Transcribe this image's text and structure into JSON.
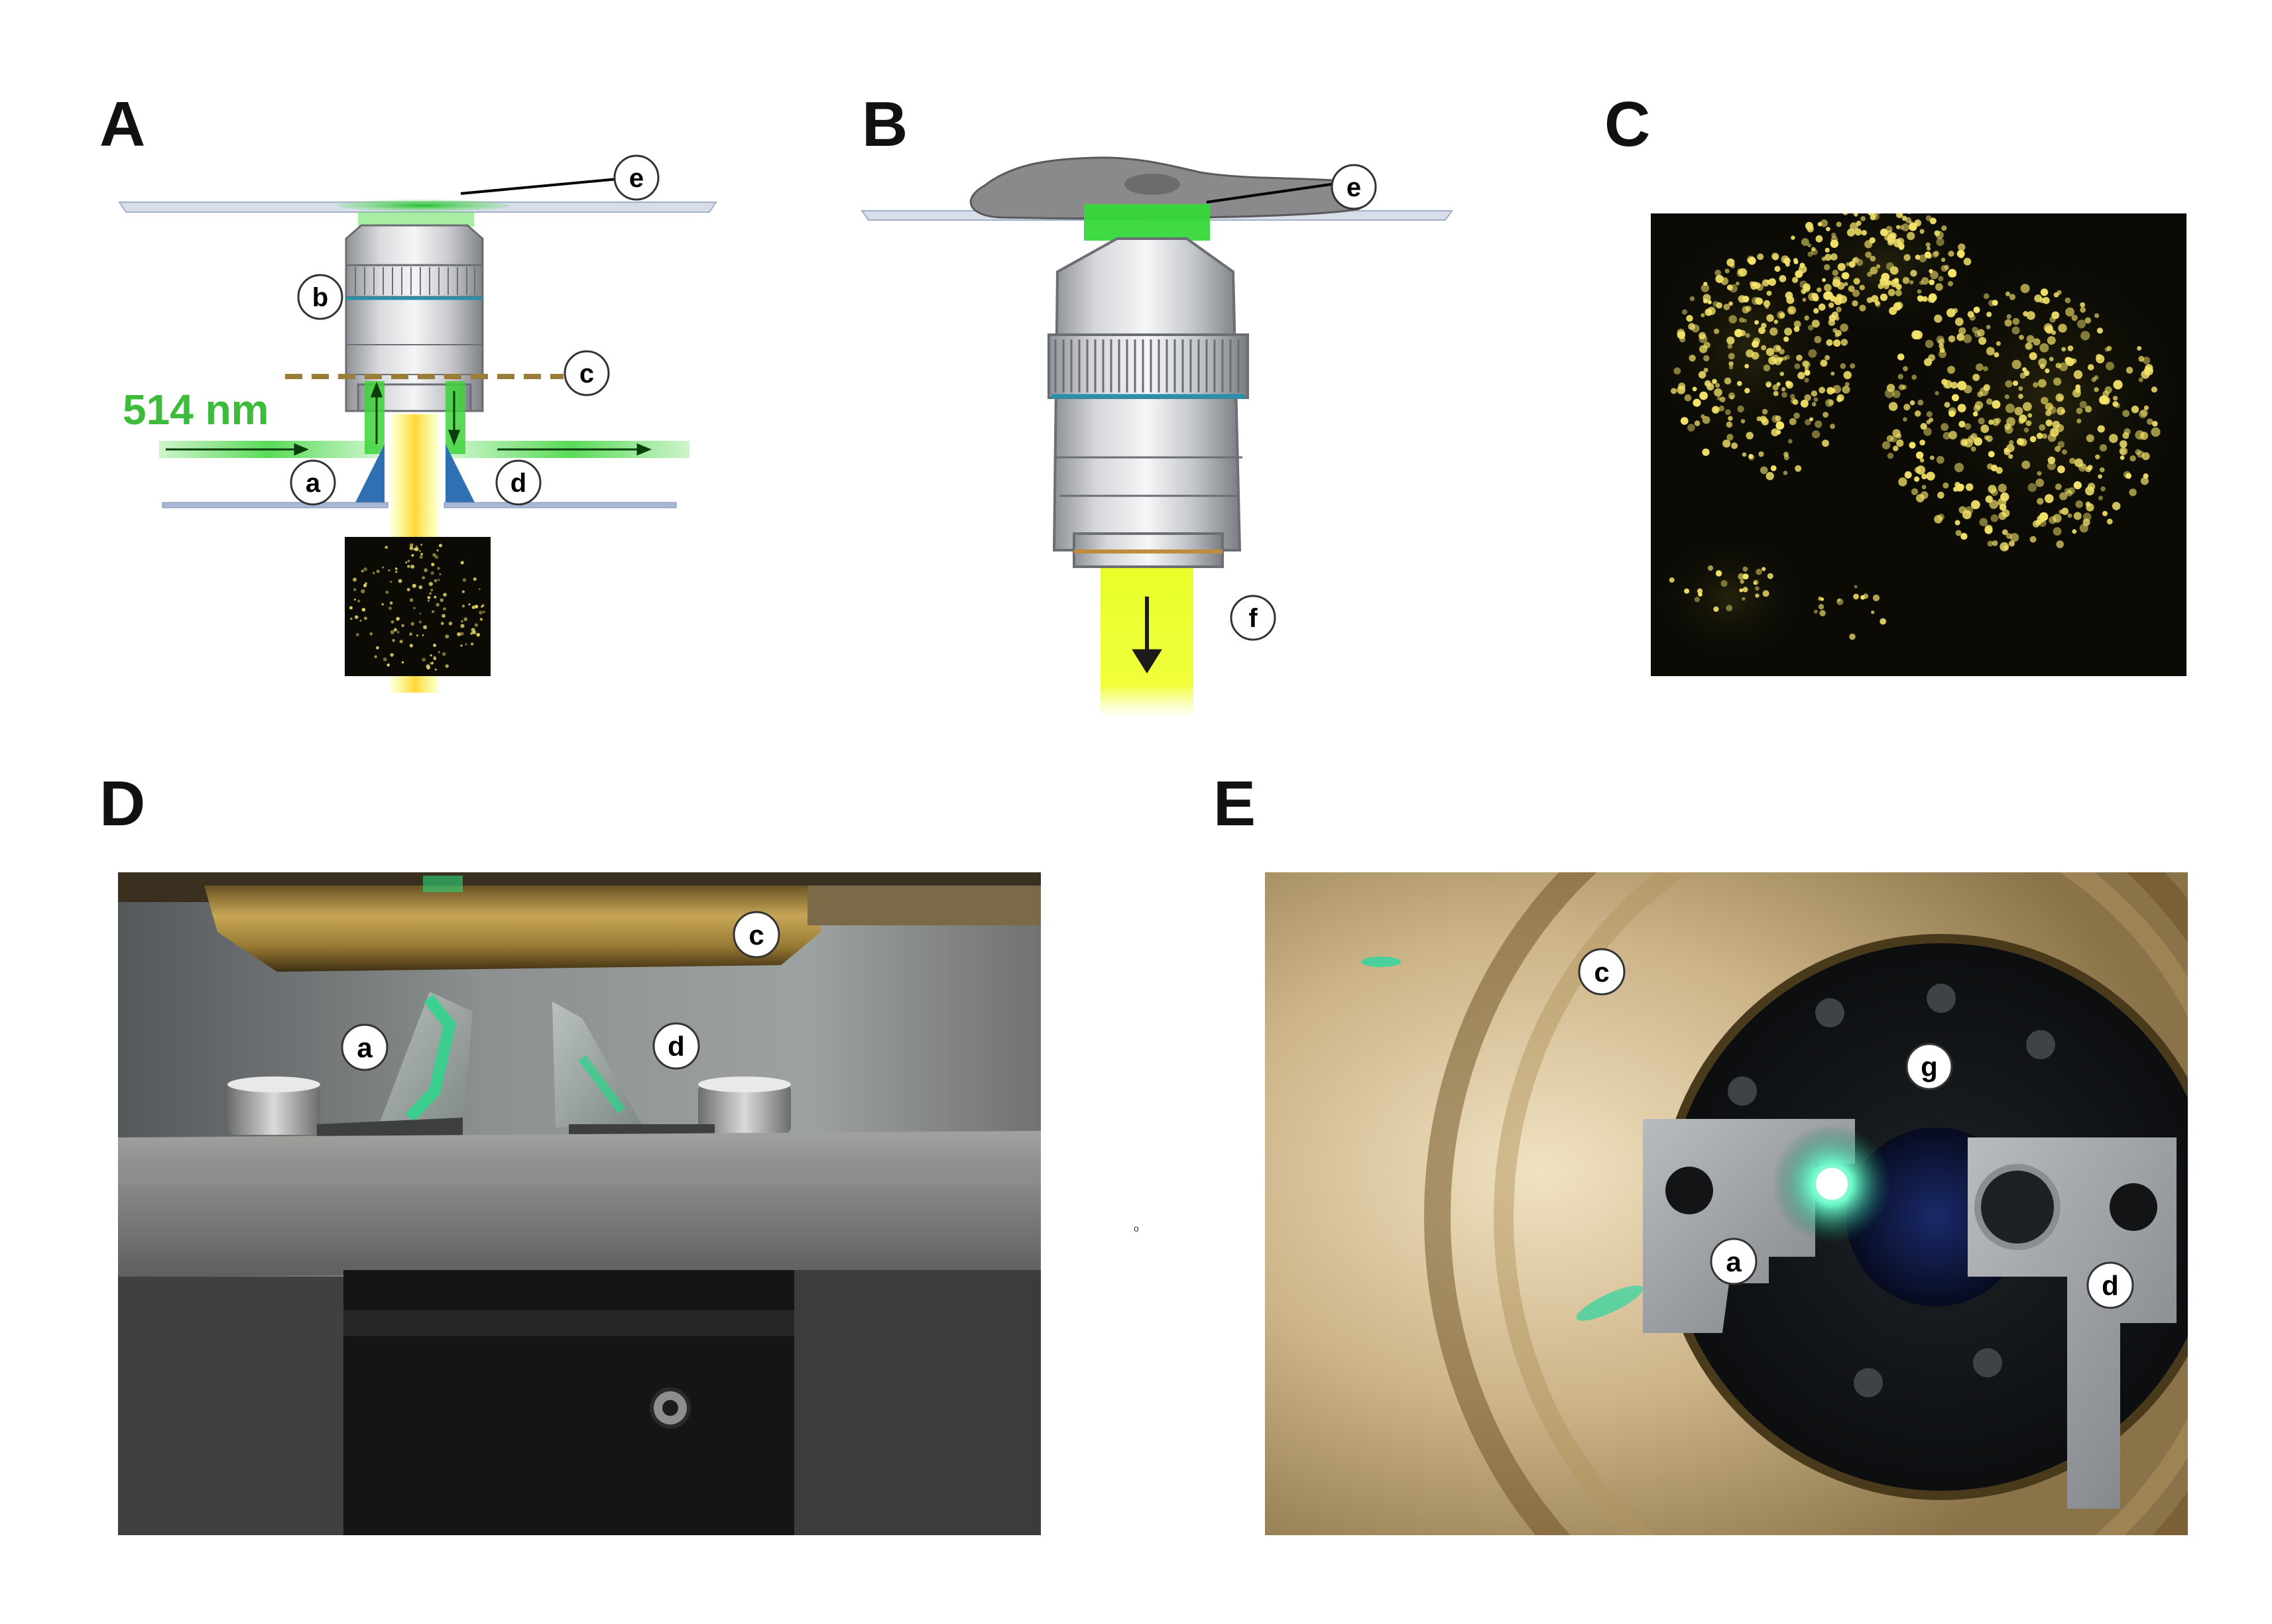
{
  "figure": {
    "panels": [
      {
        "id": "A",
        "letter": "A"
      },
      {
        "id": "B",
        "letter": "B"
      },
      {
        "id": "C",
        "letter": "C"
      },
      {
        "id": "D",
        "letter": "D"
      },
      {
        "id": "E",
        "letter": "E"
      }
    ],
    "panel_a": {
      "wavelength_label": "514 nm",
      "callouts": {
        "a": "a",
        "b": "b",
        "c": "c",
        "d": "d",
        "e": "e"
      }
    },
    "panel_b": {
      "callouts": {
        "e": "e",
        "f": "f"
      }
    },
    "panel_d": {
      "callouts": {
        "a": "a",
        "c": "c",
        "d": "d"
      }
    },
    "panel_e": {
      "callouts": {
        "a": "a",
        "c": "c",
        "d": "d",
        "g": "g"
      }
    },
    "stray_mark": "o"
  },
  "colors": {
    "laser_green": "#3dd43a",
    "emission_yellow": "#f2ff2a",
    "prism_blue": "#2f6fb3",
    "glass": "#cfd8e6",
    "objective_gray": "#bfc2c6",
    "brass": "#b08a3a",
    "dark_bg": "#0b0a05",
    "spot_yellow": "#f5e46a"
  },
  "icons": [
    "arrow-down-icon",
    "arrow-right-icon",
    "arrow-up-icon"
  ]
}
